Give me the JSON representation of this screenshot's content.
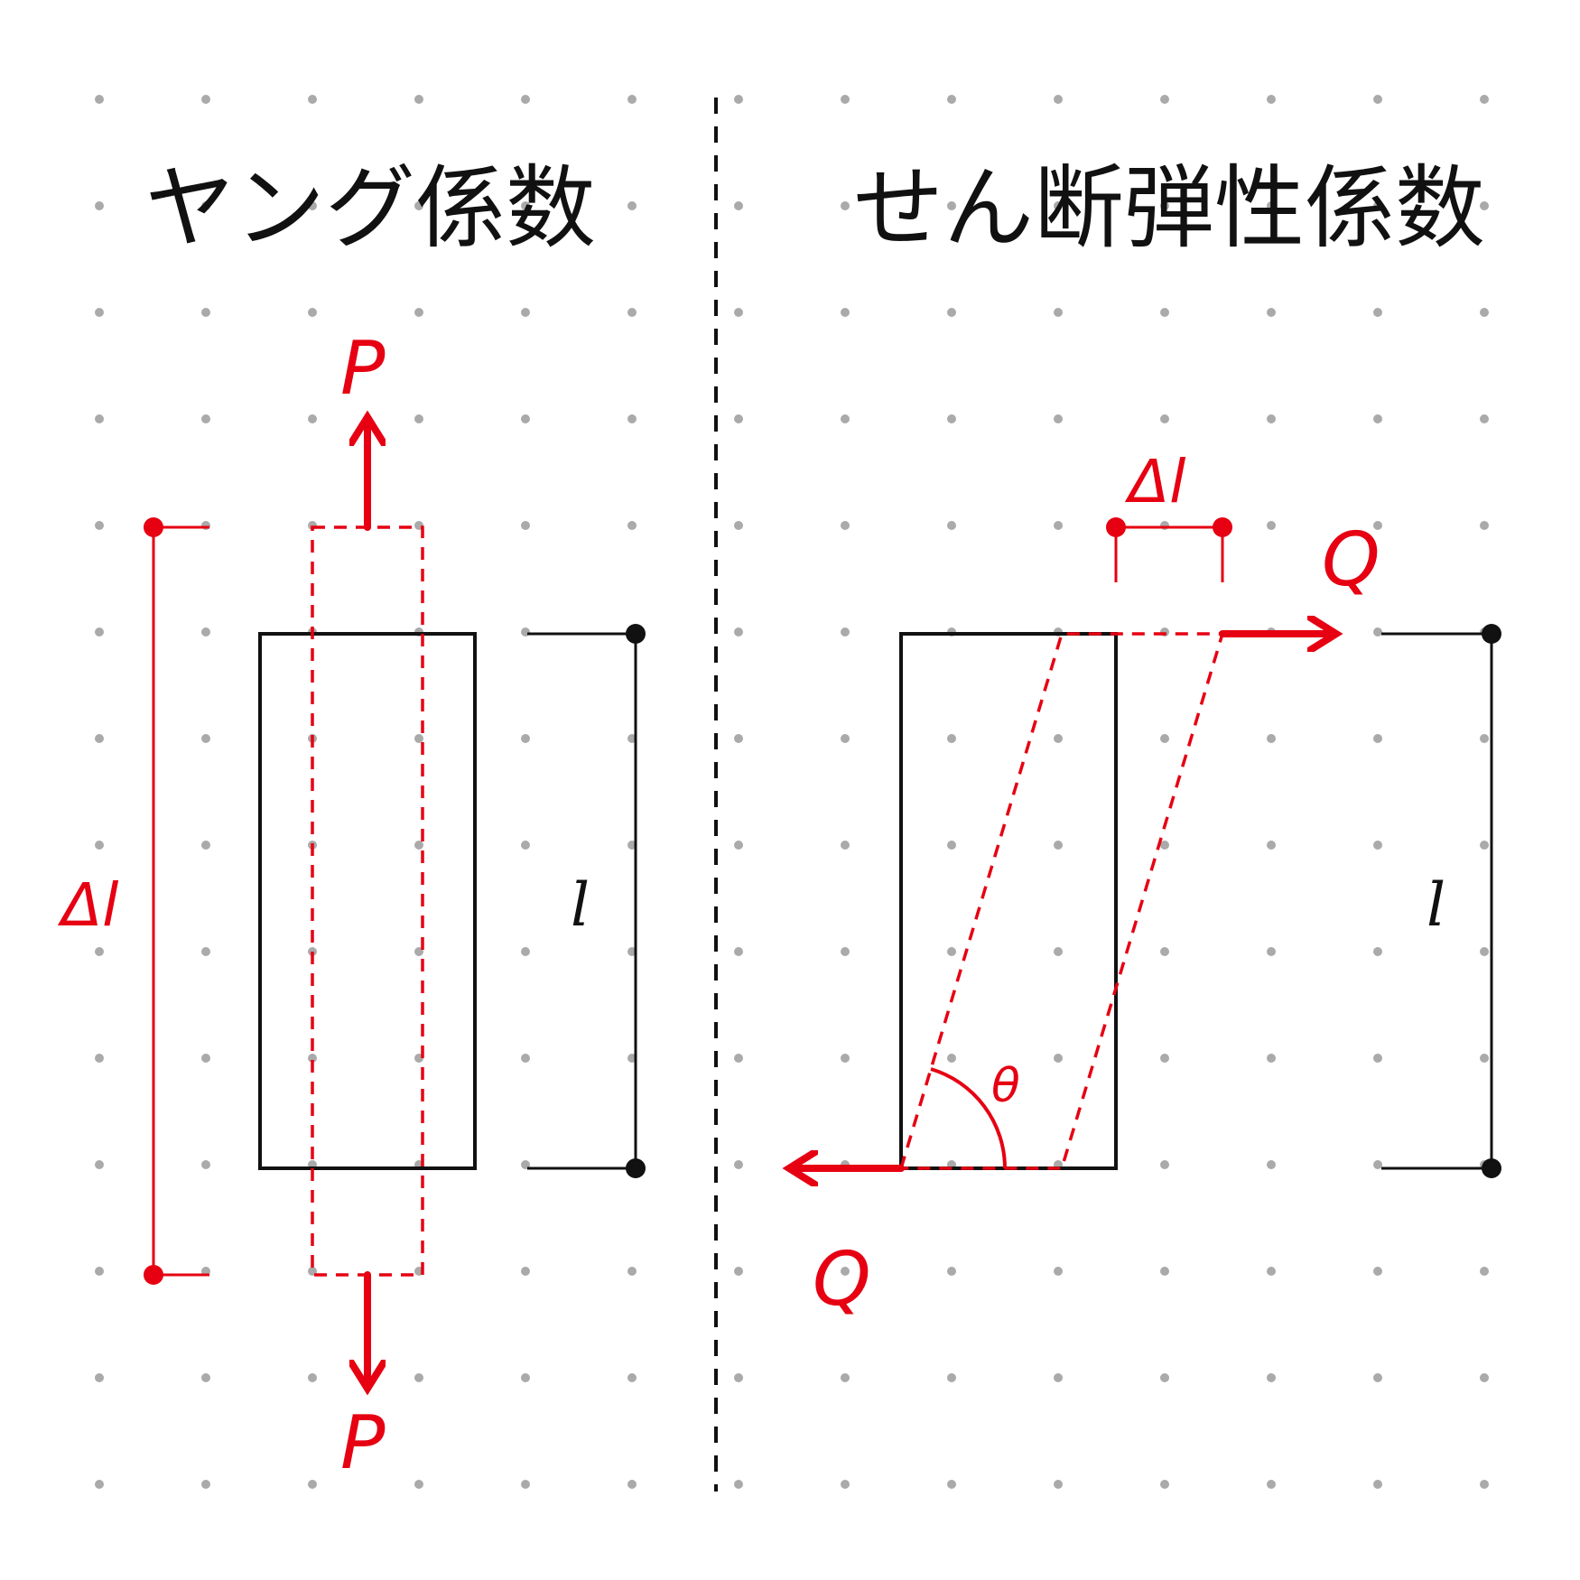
{
  "titles": {
    "left": "ヤング係数",
    "right": "せん断弾性係数"
  },
  "left_panel": {
    "force_top": "P",
    "force_bottom": "P",
    "delta_label": "Δl",
    "length_label": "l"
  },
  "right_panel": {
    "force_top": "Q",
    "force_bottom": "Q",
    "delta_label": "Δl",
    "length_label": "l",
    "angle_label": "θ"
  },
  "colors": {
    "accent": "#e60012",
    "ink": "#111111",
    "grid_dot": "#aaaaaa"
  }
}
